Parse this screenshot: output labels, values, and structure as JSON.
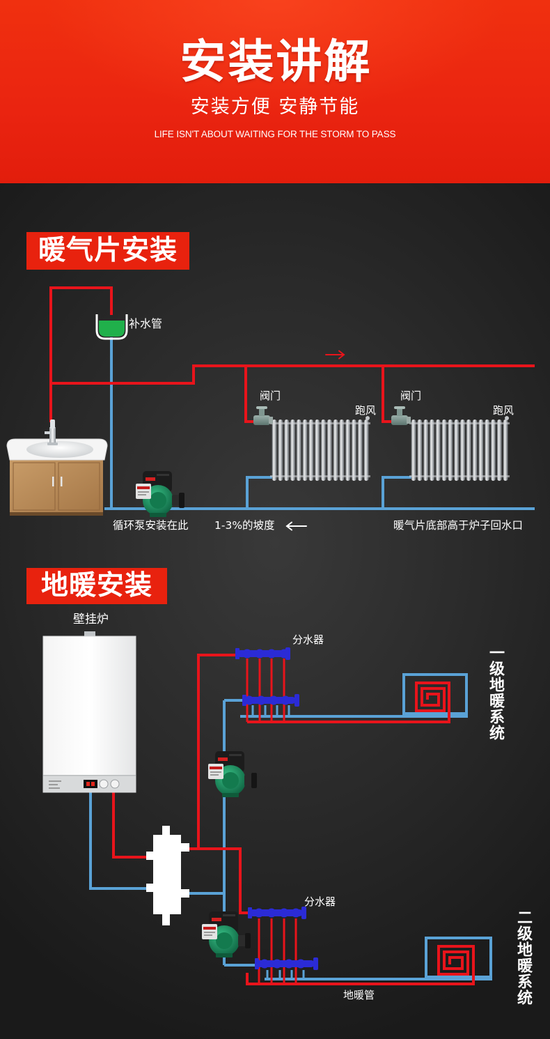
{
  "hero": {
    "title": "安装讲解",
    "subtitle": "安装方便 安静节能",
    "slogan": "LIFE ISN'T ABOUT WAITING FOR THE STORM TO PASS"
  },
  "radiator_section": {
    "badge": "暖气片安装",
    "labels": {
      "makeup_pipe": "补水管",
      "valve_1": "阀门",
      "air_vent_1": "跑风",
      "valve_2": "阀门",
      "air_vent_2": "跑风",
      "pump_location": "循环泵安装在此",
      "slope": "1-3%的坡度",
      "radiator_height_note": "暖气片底部高于炉子回水口"
    }
  },
  "floor_heating_section": {
    "badge": "地暖安装",
    "labels": {
      "boiler": "壁挂炉",
      "manifold_1": "分水器",
      "manifold_2": "分水器",
      "floor_pipe": "地暖管",
      "system_1": "一级地暖系统",
      "system_2": "二级地暖系统"
    }
  },
  "icons": {
    "flow_direction": "arrow-right-icon",
    "slope_direction": "arrow-left-icon"
  },
  "colors": {
    "hero_red": "#ea2410",
    "badge_red": "#e8220e",
    "hot_water_pipe": "#e8141b",
    "return_water_pipe": "#5aa2d6",
    "manifold": "#2b2bd6",
    "makeup_water": "#20b04b",
    "background_dark": "#2a2a2a"
  }
}
